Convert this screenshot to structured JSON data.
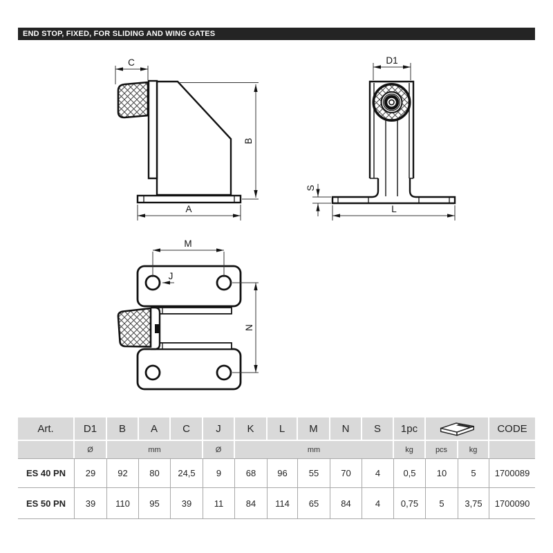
{
  "header": {
    "title": "END STOP, FIXED, FOR SLIDING AND WING GATES"
  },
  "drawings": {
    "side_view": {
      "labels": {
        "c": "C",
        "b": "B",
        "a": "A"
      }
    },
    "front_view": {
      "labels": {
        "d1": "D1",
        "s": "S",
        "l": "L"
      }
    },
    "top_view": {
      "labels": {
        "m": "M",
        "j": "J",
        "n": "N"
      }
    }
  },
  "table": {
    "header": {
      "art": "Art.",
      "d1": "D1",
      "b": "B",
      "a": "A",
      "c": "C",
      "j": "J",
      "k": "K",
      "l": "L",
      "m": "M",
      "n": "N",
      "s": "S",
      "pc": "1pc",
      "package_icon": "package-icon",
      "code": "CODE"
    },
    "units": {
      "d1": "Ø",
      "dims1": "mm",
      "j": "Ø",
      "dims2": "mm",
      "pc": "kg",
      "pcs": "pcs",
      "kg": "kg"
    },
    "rows": [
      {
        "art": "ES 40 PN",
        "d1": "29",
        "b": "92",
        "a": "80",
        "c": "24,5",
        "j": "9",
        "k": "68",
        "l": "96",
        "m": "55",
        "n": "70",
        "s": "4",
        "pc": "0,5",
        "pcs": "10",
        "kg": "5",
        "code": "1700089"
      },
      {
        "art": "ES 50 PN",
        "d1": "39",
        "b": "110",
        "a": "95",
        "c": "39",
        "j": "11",
        "k": "84",
        "l": "114",
        "m": "65",
        "n": "84",
        "s": "4",
        "pc": "0,75",
        "pcs": "5",
        "kg": "3,75",
        "code": "1700090"
      }
    ]
  },
  "colors": {
    "title_bar_bg": "#242424",
    "table_header_bg": "#d9d9d9",
    "line": "#111111"
  }
}
